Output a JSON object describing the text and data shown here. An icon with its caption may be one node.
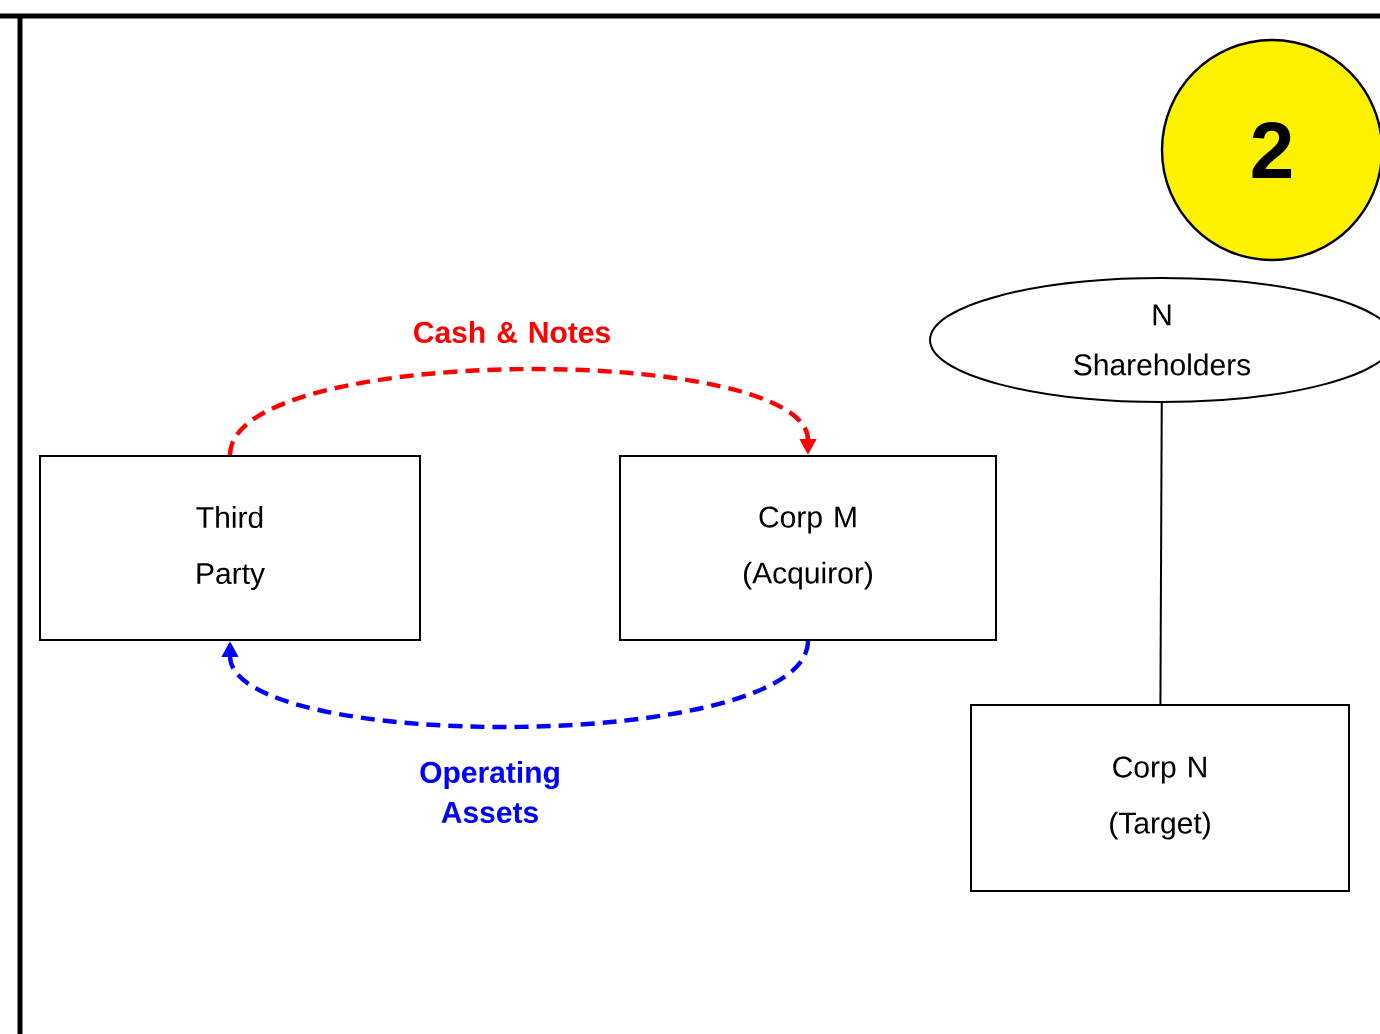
{
  "diagram": {
    "nodes": [
      {
        "text": [
          "2"
        ]
      },
      {
        "text": [
          "N Shareholders"
        ]
      },
      {
        "text": [
          "Third Party"
        ]
      },
      {
        "text": [
          "Corp M (Acquiror)"
        ]
      },
      {
        "text": [
          "Corp N (Target)"
        ]
      }
    ],
    "edges": [
      {
        "from": 2,
        "to": 3,
        "arrow": "to",
        "label": "Cash & Notes",
        "style": "dashed",
        "color": "#ff0000"
      },
      {
        "from": 3,
        "to": 2,
        "arrow": "to",
        "label": "Operating Assets",
        "style": "dashed",
        "color": "#0000ff"
      },
      {
        "from": 1,
        "to": 4,
        "arrow": "none",
        "color": "#000000"
      }
    ]
  }
}
